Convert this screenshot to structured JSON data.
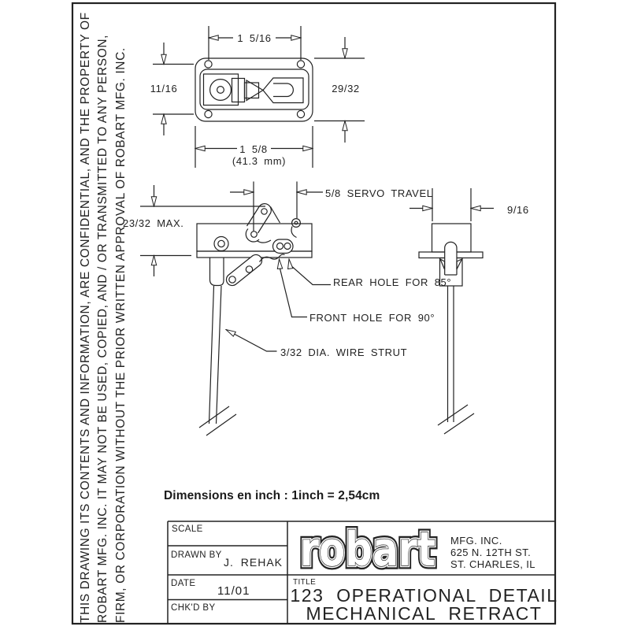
{
  "disclaimer": {
    "line1": "THIS DRAWING ITS CONTENTS AND INFORMATION, ARE CONFIDENTIAL, AND THE PROPERTY OF",
    "line2": "ROBART MFG. INC. IT MAY NOT BE USED, COPIED, AND / OR TRANSMITTED TO ANY PERSON,",
    "line3": "FIRM, OR CORPORATION WITHOUT THE PRIOR WRITTEN APPROVAL OF ROBART MFG. INC."
  },
  "top_view": {
    "dim_hole_spacing_h": "1 5/16",
    "dim_hole_spacing_v": "11/16",
    "dim_overall_height": "29/32",
    "dim_overall_width": "1 5/8",
    "dim_overall_width_mm": "(41.3 mm)"
  },
  "side_view": {
    "dim_max_height": "23/32 MAX.",
    "dim_servo_travel": "5/8 SERVO TRAVEL",
    "label_rear_hole": "REAR HOLE FOR 85°",
    "label_front_hole": "FRONT HOLE FOR 90°",
    "label_wire_strut": "3/32 DIA. WIRE STRUT"
  },
  "front_view": {
    "dim_width": "9/16"
  },
  "note": {
    "text": "Dimensions en inch : 1inch = 2,54cm"
  },
  "title_block": {
    "scale_label": "SCALE",
    "drawn_by_label": "DRAWN BY",
    "drawn_by_value": "J. REHAK",
    "date_label": "DATE",
    "date_value": "11/01",
    "chkd_by_label": "CHK'D BY",
    "title_label": "TITLE",
    "title_line1": "123 OPERATIONAL DETAIL",
    "title_line2": "MECHANICAL RETRACT",
    "logo_text": "robart",
    "company_line1": "MFG. INC.",
    "company_line2": "625 N. 12TH ST.",
    "company_line3": "ST. CHARLES, IL"
  },
  "colors": {
    "ink": "#222222",
    "paper": "#ffffff"
  }
}
